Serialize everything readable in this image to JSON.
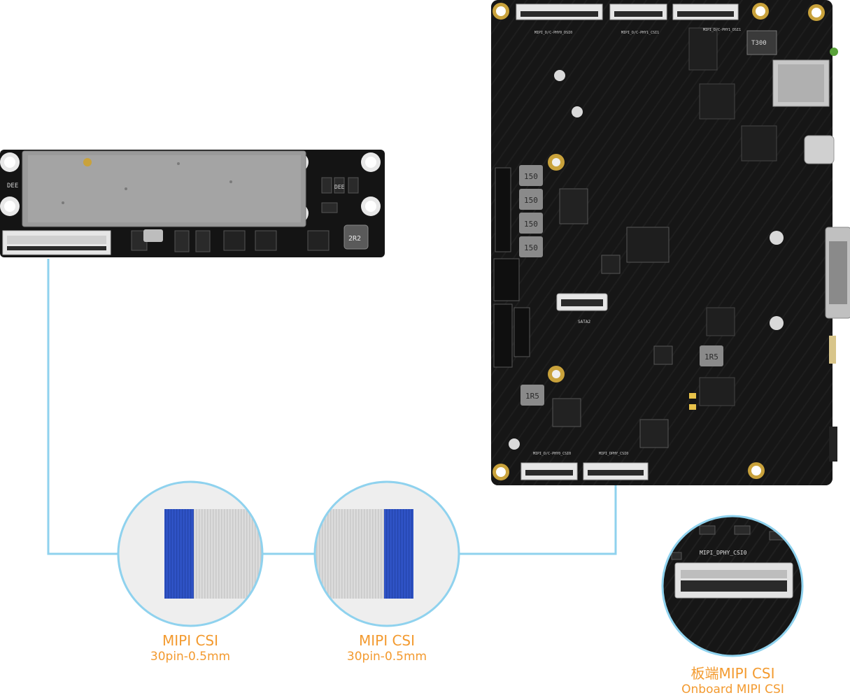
{
  "colors": {
    "accent": "#f39a2f",
    "line": "#8fd2ee",
    "pcb": "#141414",
    "ribbon_blue": "#2f53c6"
  },
  "camera_module": {
    "silkscreen": [
      "DEE",
      "DEE",
      "2R2"
    ]
  },
  "main_board": {
    "labels_top": [
      "MIPI_D/C-PHY0_DSI0",
      "MIPI_D/C-PHY1_CSI1",
      "MIPI_D/C-PHY1_DSI1"
    ],
    "labels_bottom": [
      "MIPI_D/C-PHY0_CSI0",
      "MIPI_DPHY_CSI0"
    ],
    "inductors": [
      "150",
      "150",
      "150",
      "150",
      "1R5",
      "1R5",
      "T300"
    ],
    "sata_label": "SATA2"
  },
  "zoom_board": {
    "label": "MIPI_DPHY_CSI0"
  },
  "captions": {
    "cable_left": {
      "line1": "MIPI CSI",
      "line2": "30pin-0.5mm"
    },
    "cable_right": {
      "line1": "MIPI CSI",
      "line2": "30pin-0.5mm"
    },
    "onboard": {
      "line1": "板端MIPI CSI",
      "line2": "Onboard MIPI CSI"
    }
  }
}
